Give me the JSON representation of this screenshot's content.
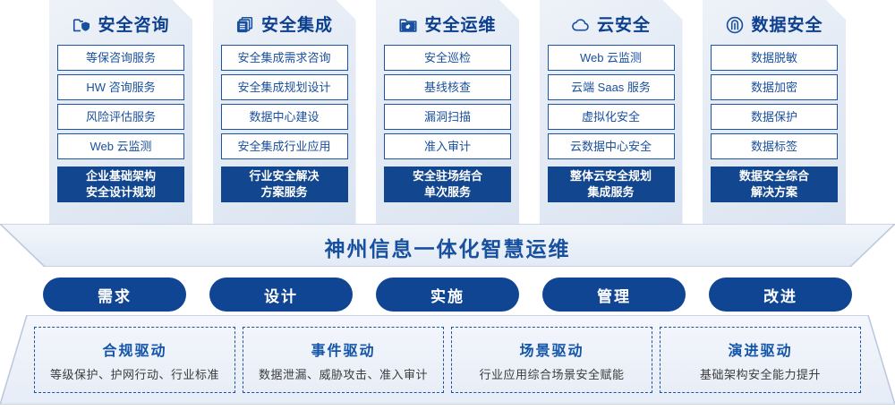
{
  "columns": [
    {
      "icon": "folder-shield-icon",
      "title": "安全咨询",
      "items": [
        "等保咨询服务",
        "HW 咨询服务",
        "风险评估服务",
        "Web 云监测"
      ],
      "footer": [
        "企业基础架构",
        "安全设计规划"
      ]
    },
    {
      "icon": "stacked-documents-icon",
      "title": "安全集成",
      "items": [
        "安全集成需求咨询",
        "安全集成规划设计",
        "数据中心建设",
        "安全集成行业应用"
      ],
      "footer": [
        "行业安全解决",
        "方案服务"
      ]
    },
    {
      "icon": "folder-chart-icon",
      "title": "安全运维",
      "items": [
        "安全巡检",
        "基线核查",
        "漏洞扫描",
        "准入审计"
      ],
      "footer": [
        "安全驻场结合",
        "单次服务"
      ]
    },
    {
      "icon": "cloud-icon",
      "title": "云安全",
      "items": [
        "Web 云监测",
        "云端 Saas 服务",
        "虚拟化安全",
        "云数据中心安全"
      ],
      "footer": [
        "整体云安全规划",
        "集成服务"
      ]
    },
    {
      "icon": "fingerprint-icon",
      "title": "数据安全",
      "items": [
        "数据脱敏",
        "数据加密",
        "数据保护",
        "数据标签"
      ],
      "footer": [
        "数据安全综合",
        "解决方案"
      ]
    }
  ],
  "banner": {
    "text": "神州信息一体化智慧运维"
  },
  "pills": [
    {
      "label": "需求"
    },
    {
      "label": "设计"
    },
    {
      "label": "实施"
    },
    {
      "label": "管理"
    },
    {
      "label": "改进"
    }
  ],
  "drivers": [
    {
      "title": "合规驱动",
      "subtitle": "等级保护、护网行动、行业标准"
    },
    {
      "title": "事件驱动",
      "subtitle": "数据泄漏、威胁攻击、准入审计"
    },
    {
      "title": "场景驱动",
      "subtitle": "行业应用综合场景安全赋能"
    },
    {
      "title": "演进驱动",
      "subtitle": "基础架构安全能力提升"
    }
  ],
  "colors": {
    "primary_blue": "#12468f",
    "title_blue": "#0c3f8f",
    "pill_blue": "#104594",
    "border_blue": "#1d53a3",
    "card_bg": "#e6ecf6"
  }
}
